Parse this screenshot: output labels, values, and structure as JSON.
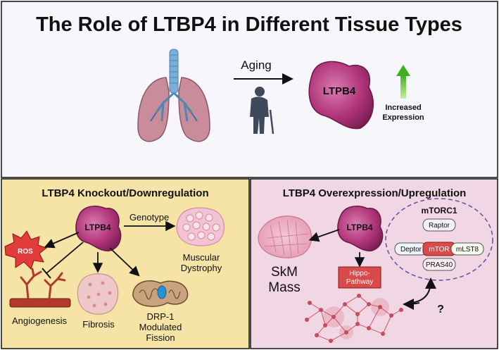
{
  "title": "The Role of LTBP4 in Different Tissue Types",
  "top": {
    "arrow_label": "Aging",
    "protein_label": "LTPB4",
    "increase_label_line1": "Increased",
    "increase_label_line2": "Expression",
    "organ_icon": "lungs-icon",
    "person_icon": "elderly-person-icon"
  },
  "left_panel": {
    "heading": "LTBP4 Knockout/Downregulation",
    "protein_label": "LTPB4",
    "genotype_label": "Genotype",
    "ros_label": "ROS",
    "angiogenesis_label": "Angiogenesis",
    "fibrosis_label": "Fibrosis",
    "drp1_line1": "DRP-1",
    "drp1_line2": "Modulated",
    "drp1_line3": "Fission",
    "dystrophy_line1": "Muscular",
    "dystrophy_line2": "Dystrophy"
  },
  "right_panel": {
    "heading": "LTBP4 Overexpression/Upregulation",
    "protein_label": "LTPB4",
    "skm_line1": "SkM",
    "skm_line2": "Mass",
    "hippo_line1": "Hippo-",
    "hippo_line2": "Pathway",
    "mtorc_title": "mTORC1",
    "raptor_label": "Raptor",
    "deptor_label": "Deptor",
    "mtor_label": "mTOR",
    "mlst8_label": "mLST8",
    "pras40_label": "PRAS40",
    "question_label": "?"
  },
  "colors": {
    "top_bg": "#f7f7fb",
    "left_bg": "#f6e4a6",
    "right_bg": "#f1d7e4",
    "protein": "#b0357a",
    "increase_arrow": "#5cc233",
    "ros": "#e23b3b",
    "hippo_box": "#d94a4a",
    "mtor_box": "#d94a4a",
    "border": "#111111"
  }
}
